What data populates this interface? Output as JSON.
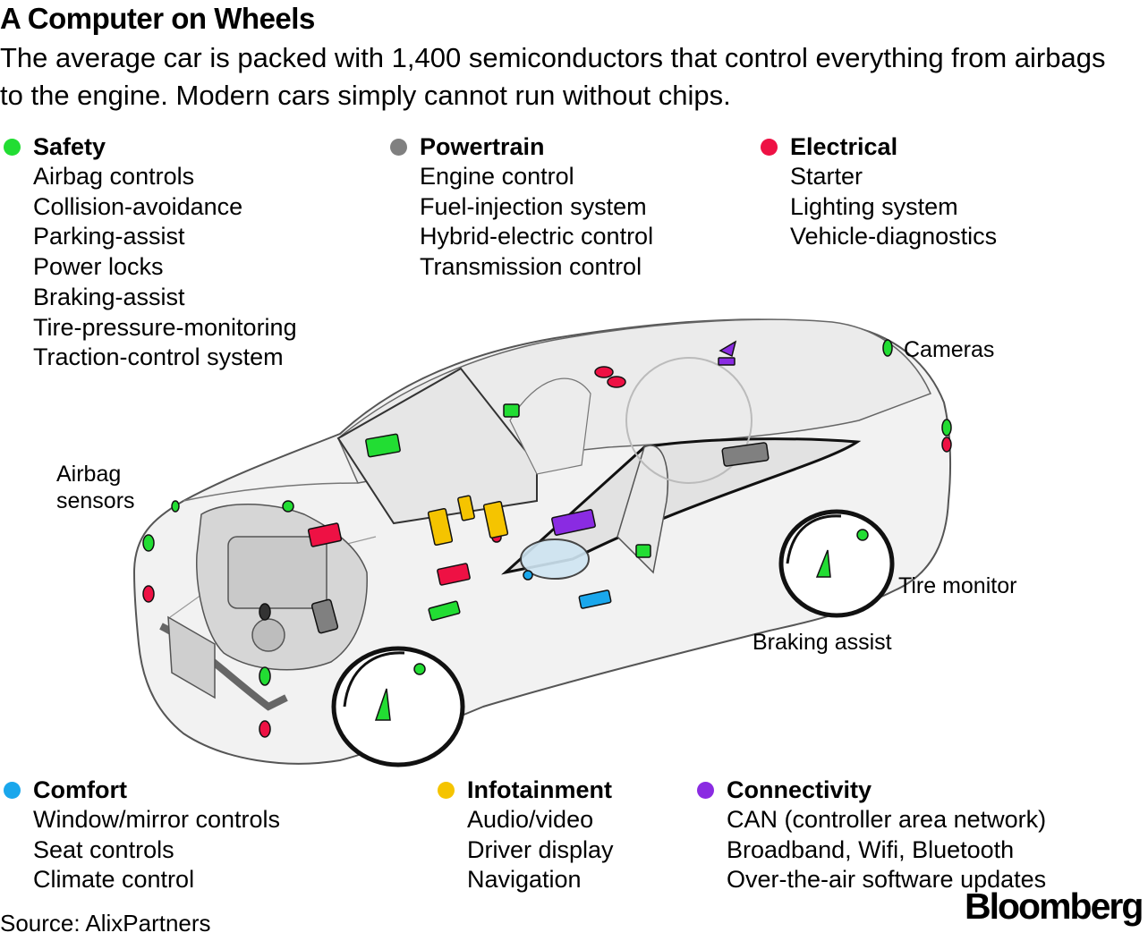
{
  "title": "A Computer on Wheels",
  "subtitle": "The average car is packed with 1,400 semiconductors that control everything from airbags to the engine. Modern cars simply cannot run without chips.",
  "categories": {
    "safety": {
      "name": "Safety",
      "color": "#22dd33",
      "items": [
        "Airbag controls",
        "Collision-avoidance",
        "Parking-assist",
        "Power locks",
        "Braking-assist",
        "Tire-pressure-monitoring",
        "Traction-control system"
      ]
    },
    "powertrain": {
      "name": "Powertrain",
      "color": "#808080",
      "items": [
        "Engine control",
        "Fuel-injection system",
        "Hybrid-electric control",
        "Transmission control"
      ]
    },
    "electrical": {
      "name": "Electrical",
      "color": "#ee1144",
      "items": [
        "Starter",
        "Lighting system",
        "Vehicle-diagnostics"
      ]
    },
    "comfort": {
      "name": "Comfort",
      "color": "#1aa7ec",
      "items": [
        "Window/mirror controls",
        "Seat controls",
        "Climate control"
      ]
    },
    "infotainment": {
      "name": "Infotainment",
      "color": "#f5c400",
      "items": [
        "Audio/video",
        "Driver display",
        "Navigation"
      ]
    },
    "connectivity": {
      "name": "Connectivity",
      "color": "#8a2be2",
      "items": [
        "CAN (controller area network)",
        "Broadband, Wifi, Bluetooth",
        "Over-the-air software updates"
      ]
    }
  },
  "callouts": {
    "airbag": "Airbag\nsensors",
    "cameras": "Cameras",
    "tire": "Tire monitor",
    "braking": "Braking assist"
  },
  "source": "Source: AlixPartners",
  "logo": "Bloomberg"
}
